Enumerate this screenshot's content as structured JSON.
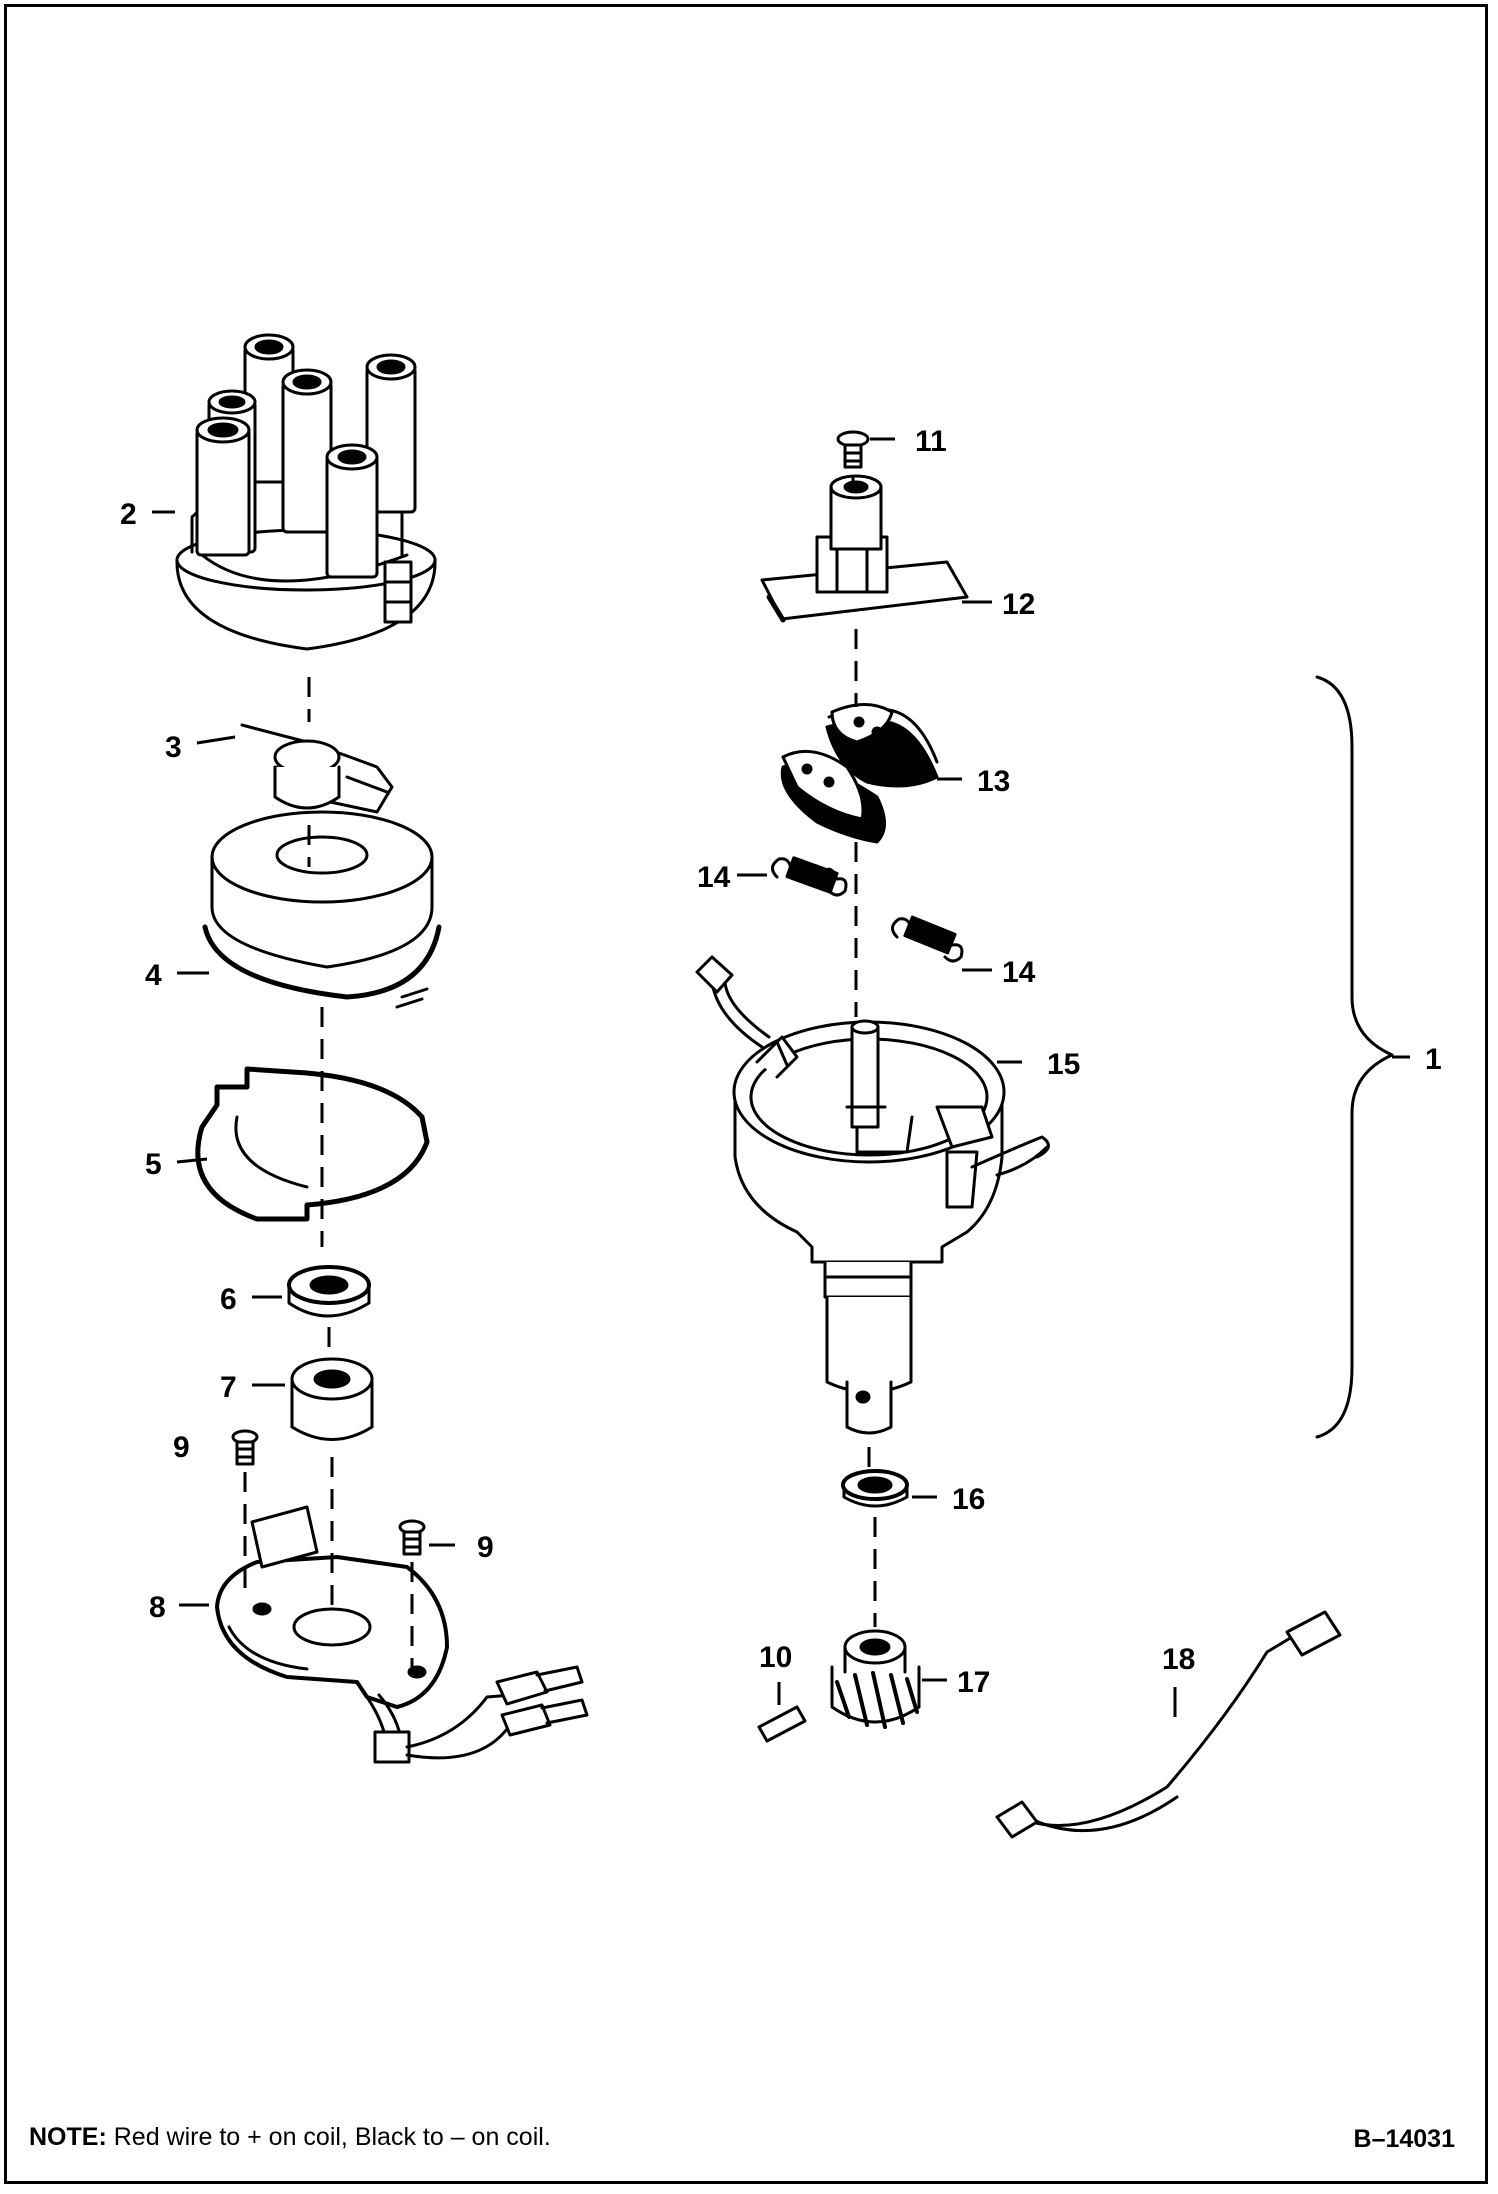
{
  "labels": {
    "l1": "1",
    "l2": "2",
    "l3": "3",
    "l4": "4",
    "l5": "5",
    "l6": "6",
    "l7": "7",
    "l8": "8",
    "l9a": "9",
    "l9b": "9",
    "l10": "10",
    "l11": "11",
    "l12": "12",
    "l13": "13",
    "l14a": "14",
    "l14b": "14",
    "l15": "15",
    "l16": "16",
    "l17": "17",
    "l18": "18"
  },
  "note": {
    "prefix": "NOTE:",
    "text": "Red wire to + on coil, Black to – on coil."
  },
  "drawing_id": "B–14031"
}
